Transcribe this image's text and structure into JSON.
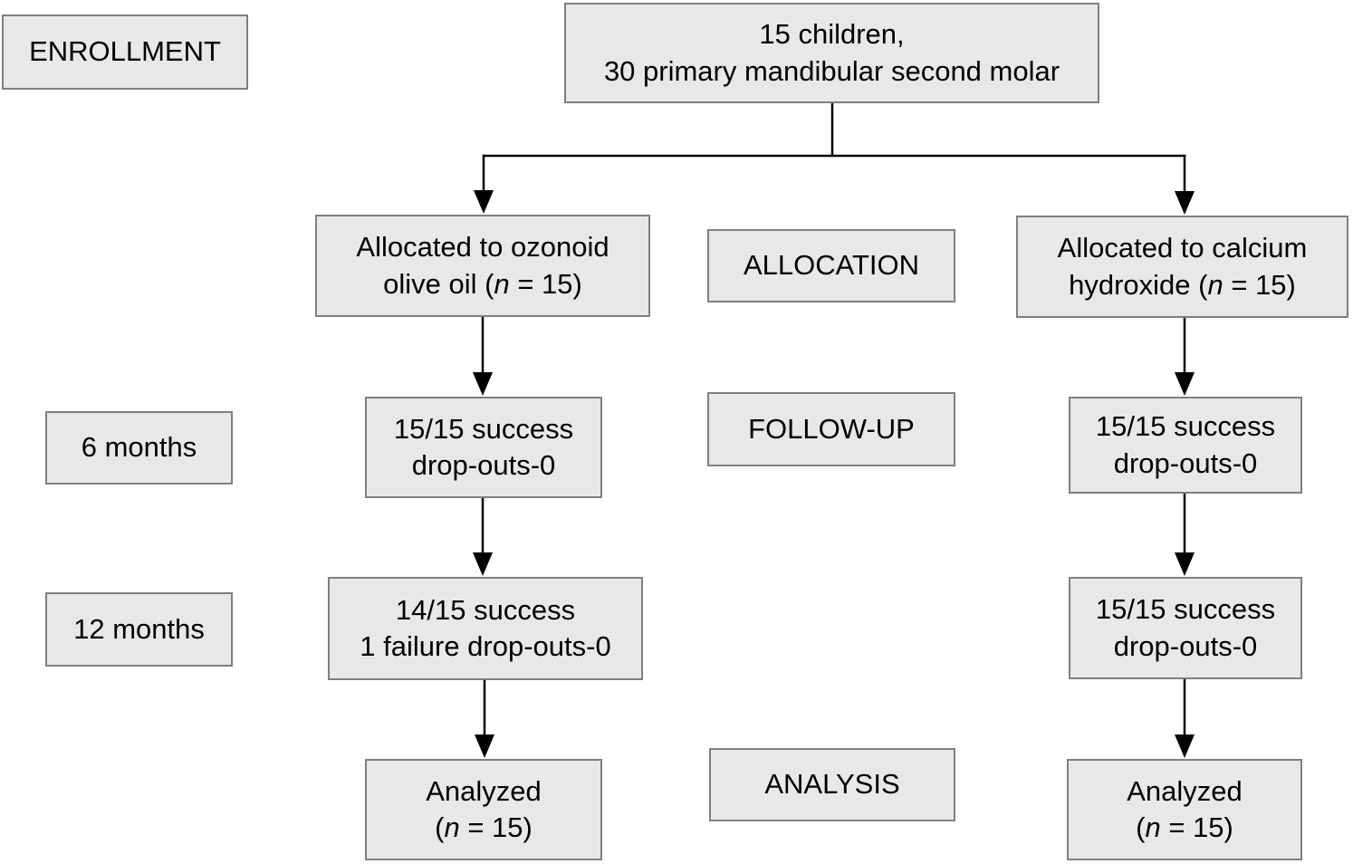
{
  "styles": {
    "box_fill": "#e8e8e8",
    "box_border": "#7f7f7f",
    "text_color": "#000000",
    "connector_color": "#000000"
  },
  "stages": {
    "enrollment": "ENROLLMENT",
    "allocation": "ALLOCATION",
    "followup": "FOLLOW-UP",
    "analysis": "ANALYSIS"
  },
  "timepoints": {
    "six_months": "6 months",
    "twelve_months": "12 months"
  },
  "enrollment_box": {
    "line1": "15 children,",
    "line2": "30 primary mandibular second molar"
  },
  "left_arm": {
    "allocation": {
      "line1": "Allocated to ozonoid",
      "line2_prefix": "olive oil (",
      "n": "n",
      "line2_suffix": " = 15)"
    },
    "six_month_outcome": {
      "line1": "15/15 success",
      "line2": "drop-outs-0"
    },
    "twelve_month_outcome": {
      "line1": "14/15 success",
      "line2": "1 failure drop-outs-0"
    },
    "analyzed": {
      "line1": "Analyzed",
      "line2_prefix": "(",
      "n": "n",
      "line2_suffix": " = 15)"
    }
  },
  "right_arm": {
    "allocation": {
      "line1": "Allocated to calcium",
      "line2_prefix": "hydroxide (",
      "n": "n",
      "line2_suffix": " = 15)"
    },
    "six_month_outcome": {
      "line1": "15/15 success",
      "line2": "drop-outs-0"
    },
    "twelve_month_outcome": {
      "line1": "15/15 success",
      "line2": "drop-outs-0"
    },
    "analyzed": {
      "line1": "Analyzed",
      "line2_prefix": "(",
      "n": "n",
      "line2_suffix": " = 15)"
    }
  }
}
